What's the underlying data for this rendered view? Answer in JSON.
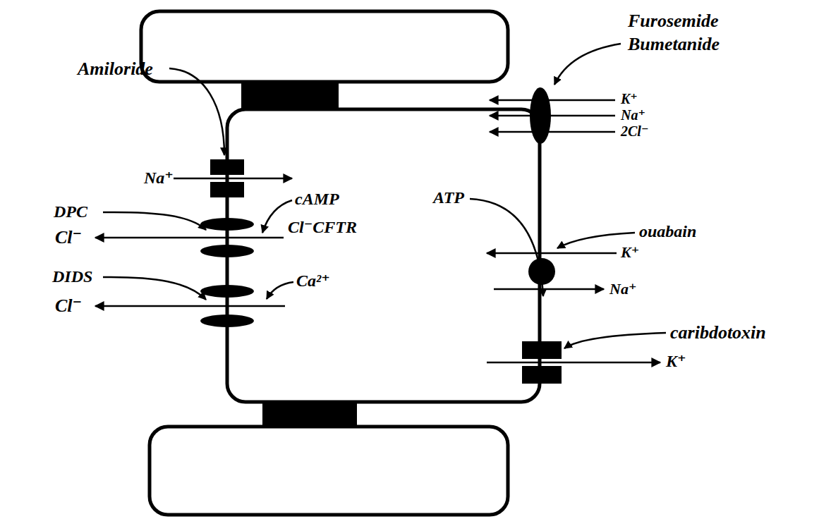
{
  "diagram": {
    "labels": [
      "Amiloride",
      "Na⁺",
      "DPC",
      "cAMP",
      "Cl⁻CFTR",
      "Cl⁻",
      "DIDS",
      "Ca²⁺",
      "Cl⁻",
      "Furosemide Bumetanide",
      "K⁺",
      "Na⁺",
      "2Cl⁻",
      "ATP",
      "ouabain",
      "K⁺",
      "Na⁺",
      "caribdotoxin",
      "K⁺"
    ]
  }
}
